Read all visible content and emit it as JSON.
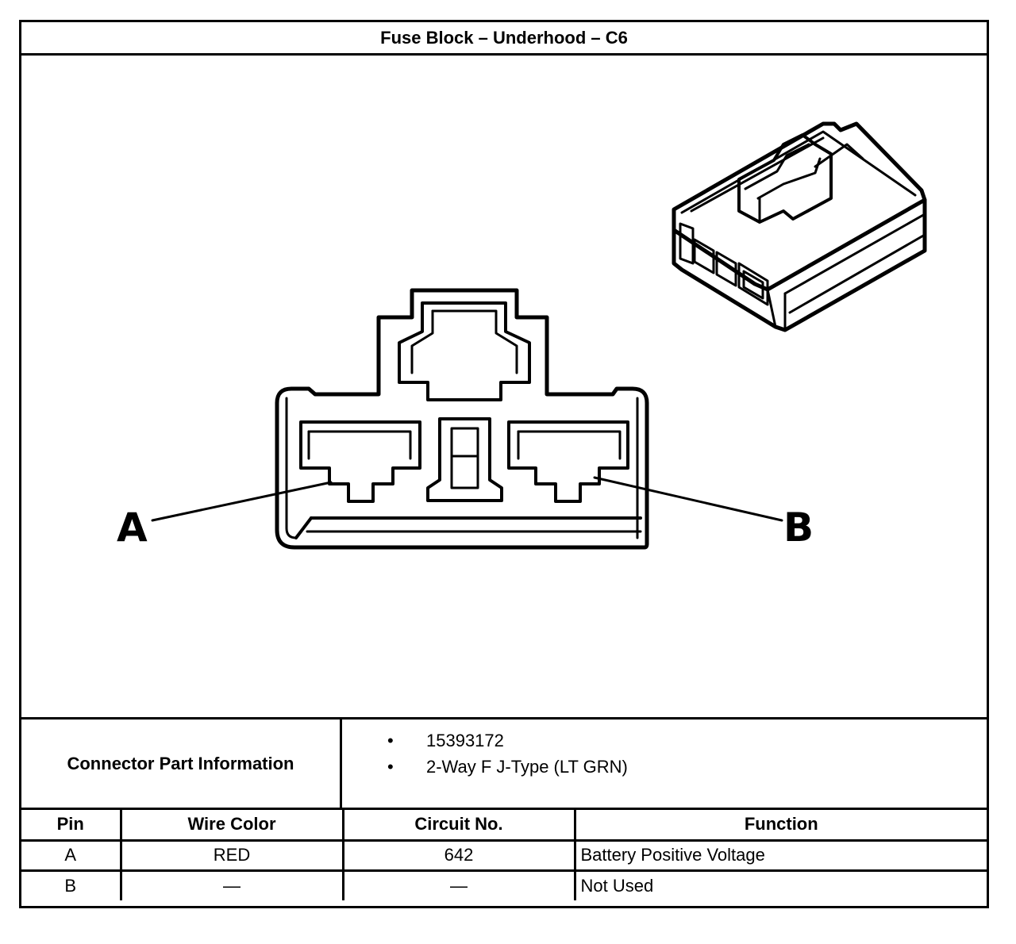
{
  "title": "Fuse Block – Underhood – C6",
  "diagram": {
    "pin_labels": [
      "A",
      "B"
    ],
    "icons": [
      "connector-face-view",
      "connector-isometric-view"
    ]
  },
  "connector_info": {
    "label": "Connector Part Information",
    "items": [
      "15393172",
      "2-Way F J-Type (LT GRN)"
    ],
    "bullet": "•"
  },
  "pin_table": {
    "headers": {
      "pin": "Pin",
      "wire_color": "Wire Color",
      "circuit": "Circuit No.",
      "function": "Function"
    },
    "rows": [
      {
        "pin": "A",
        "wire_color": "RED",
        "circuit": "642",
        "function": "Battery Positive Voltage"
      },
      {
        "pin": "B",
        "wire_color": "—",
        "circuit": "—",
        "function": "Not Used"
      }
    ]
  }
}
